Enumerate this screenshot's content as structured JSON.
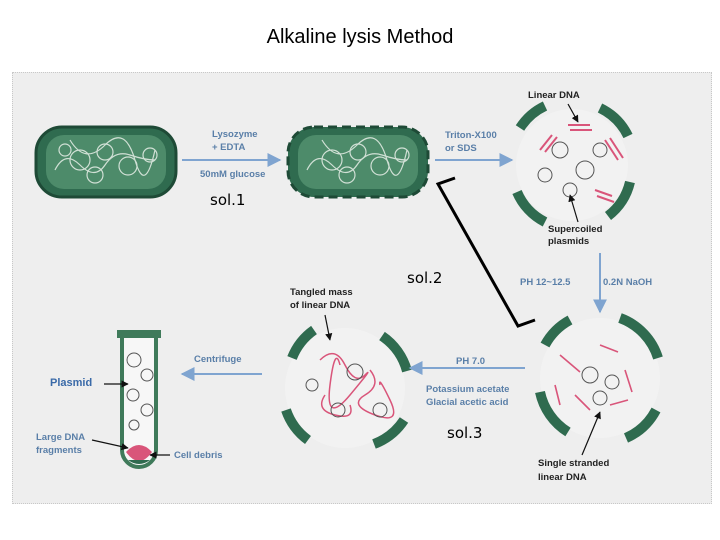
{
  "title": "Alkaline lysis Method",
  "steps": {
    "step1": [
      "Lysozyme",
      "+ EDTA",
      "50mM glucose"
    ],
    "step2": [
      "Triton-X100",
      "or SDS"
    ],
    "step3": [
      "PH 12~12.5",
      "0.2N NaOH"
    ],
    "step4": [
      "PH 7.0",
      "Potassium acetate",
      "Glacial acetic acid"
    ],
    "step5": [
      "Centrifuge"
    ]
  },
  "annotations": {
    "linear_dna": "Linear DNA",
    "supercoiled": [
      "Supercoiled",
      "plasmids"
    ],
    "tangled": [
      "Tangled mass",
      "of linear DNA"
    ],
    "single_stranded": [
      "Single stranded",
      "linear DNA"
    ],
    "plasmid": "Plasmid",
    "large_dna": [
      "Large DNA",
      "fragments"
    ],
    "cell_debris": "Cell debris"
  },
  "sol_labels": {
    "sol1": "sol.1",
    "sol2": "sol.2",
    "sol3": "sol.3"
  },
  "colors": {
    "label_blue": "#5a7fa8",
    "arrow_blue": "#7fa4d0",
    "cell_green": "#2f6b4f",
    "dna_pink": "#d9557a"
  }
}
